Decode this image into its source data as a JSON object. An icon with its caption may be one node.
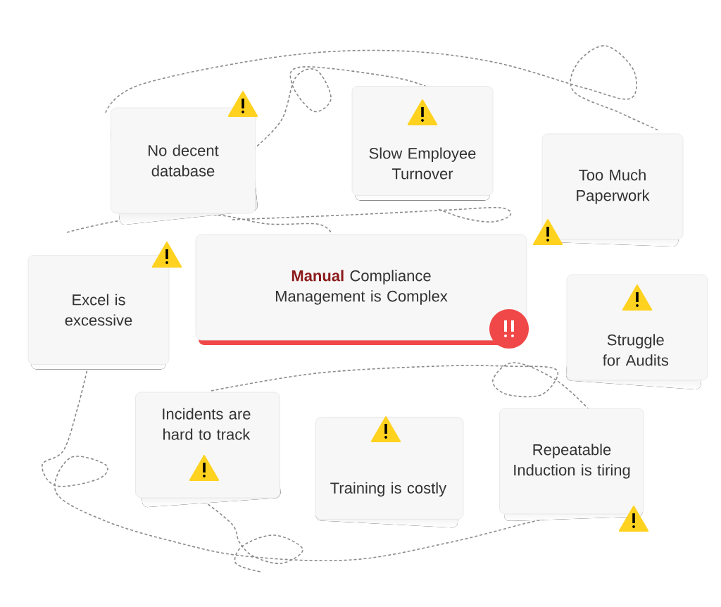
{
  "diagram": {
    "nodes": [
      {
        "text": [
          "No decent database"
        ]
      },
      {
        "text": [
          "Slow Employee Turnover"
        ]
      },
      {
        "text": [
          "Too Much Paperwork"
        ]
      },
      {
        "text": [
          "**Manual** Compliance Management is Complex"
        ]
      },
      {
        "text": [
          "Excel is excessive"
        ]
      },
      {
        "text": [
          "Struggle for Audits"
        ]
      },
      {
        "text": [
          "Incidents are hard to track"
        ]
      },
      {
        "text": [
          "Training is costly"
        ]
      },
      {
        "text": [
          "Repeatable Induction is tiring"
        ]
      }
    ]
  }
}
